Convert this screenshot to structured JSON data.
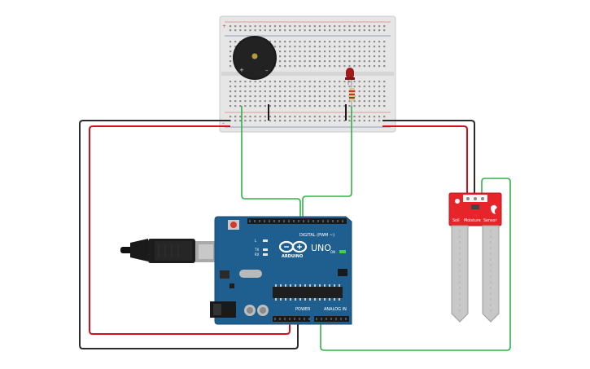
{
  "arduino": {
    "brand": "ARDUINO",
    "model": "UNO",
    "digital_header": "DIGITAL (PWM ~)",
    "power_header": "POWER",
    "analog_header": "ANALOG IN",
    "tx": "TX",
    "rx": "RX",
    "on": "ON",
    "l": "L"
  },
  "sensor": {
    "label_left": "Soil",
    "label_mid": "Moisture",
    "label_right": "Sensor"
  },
  "breadboard": {
    "plus": "+",
    "minus": "–"
  },
  "buzzer": {
    "plus": "+",
    "minus": "–"
  },
  "colors": {
    "wire_red": "#d0101a",
    "wire_black": "#2b2b2b",
    "wire_green": "#33b04a",
    "arduino_blue": "#1f5f8f",
    "sensor_red": "#e8242b",
    "breadboard": "#e7e7e7"
  }
}
